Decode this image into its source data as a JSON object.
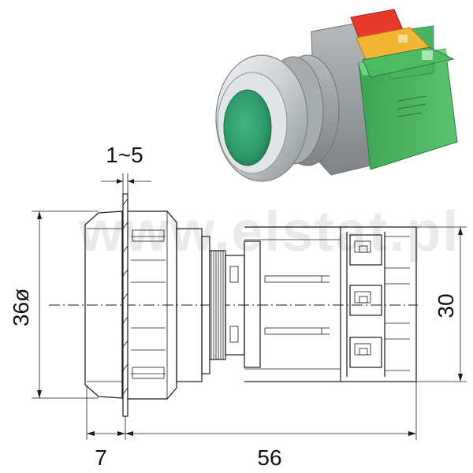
{
  "watermark": "www.elstat.pl",
  "dimensions": {
    "panel_thickness": "1~5",
    "diameter": "36ø",
    "body_width": "30",
    "bezel_depth": "7",
    "total_length": "56"
  },
  "colors": {
    "button_green": "#2e9a6a",
    "block_green": "#49b560",
    "terminal_red": "#e63a2c",
    "terminal_yellow": "#f2b634",
    "housing_gray": "#9ea3a6",
    "bezel_silver": "#d5d9db"
  }
}
